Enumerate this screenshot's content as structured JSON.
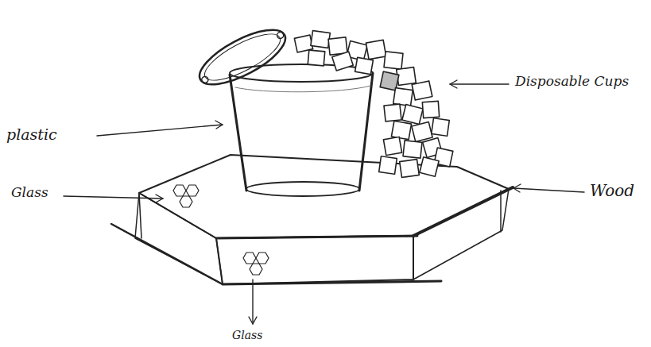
{
  "diagram": {
    "labels": [
      "Disposable Cups",
      "plastic",
      "Glass",
      "Wood",
      "Glass"
    ]
  }
}
